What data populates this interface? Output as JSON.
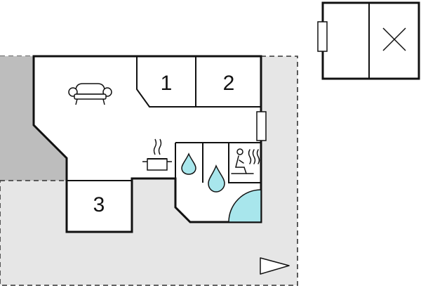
{
  "floor_plan": {
    "rooms": [
      {
        "id": "bedroom-1",
        "label": "1"
      },
      {
        "id": "bedroom-2",
        "label": "2"
      },
      {
        "id": "bedroom-3",
        "label": "3"
      }
    ],
    "icons": [
      "sofa-icon",
      "cooking-pot-icon",
      "sink-drop-icon",
      "shower-drop-icon",
      "sauna-icon",
      "shower-tray-icon",
      "door-icon",
      "compass-arrow-icon",
      "cross-icon"
    ],
    "colors": {
      "wall": "#111111",
      "terrace": "#e6e6e6",
      "covered_area": "#bdbdbd",
      "water": "#a8e6ec",
      "dashed_border": "#333333"
    }
  }
}
